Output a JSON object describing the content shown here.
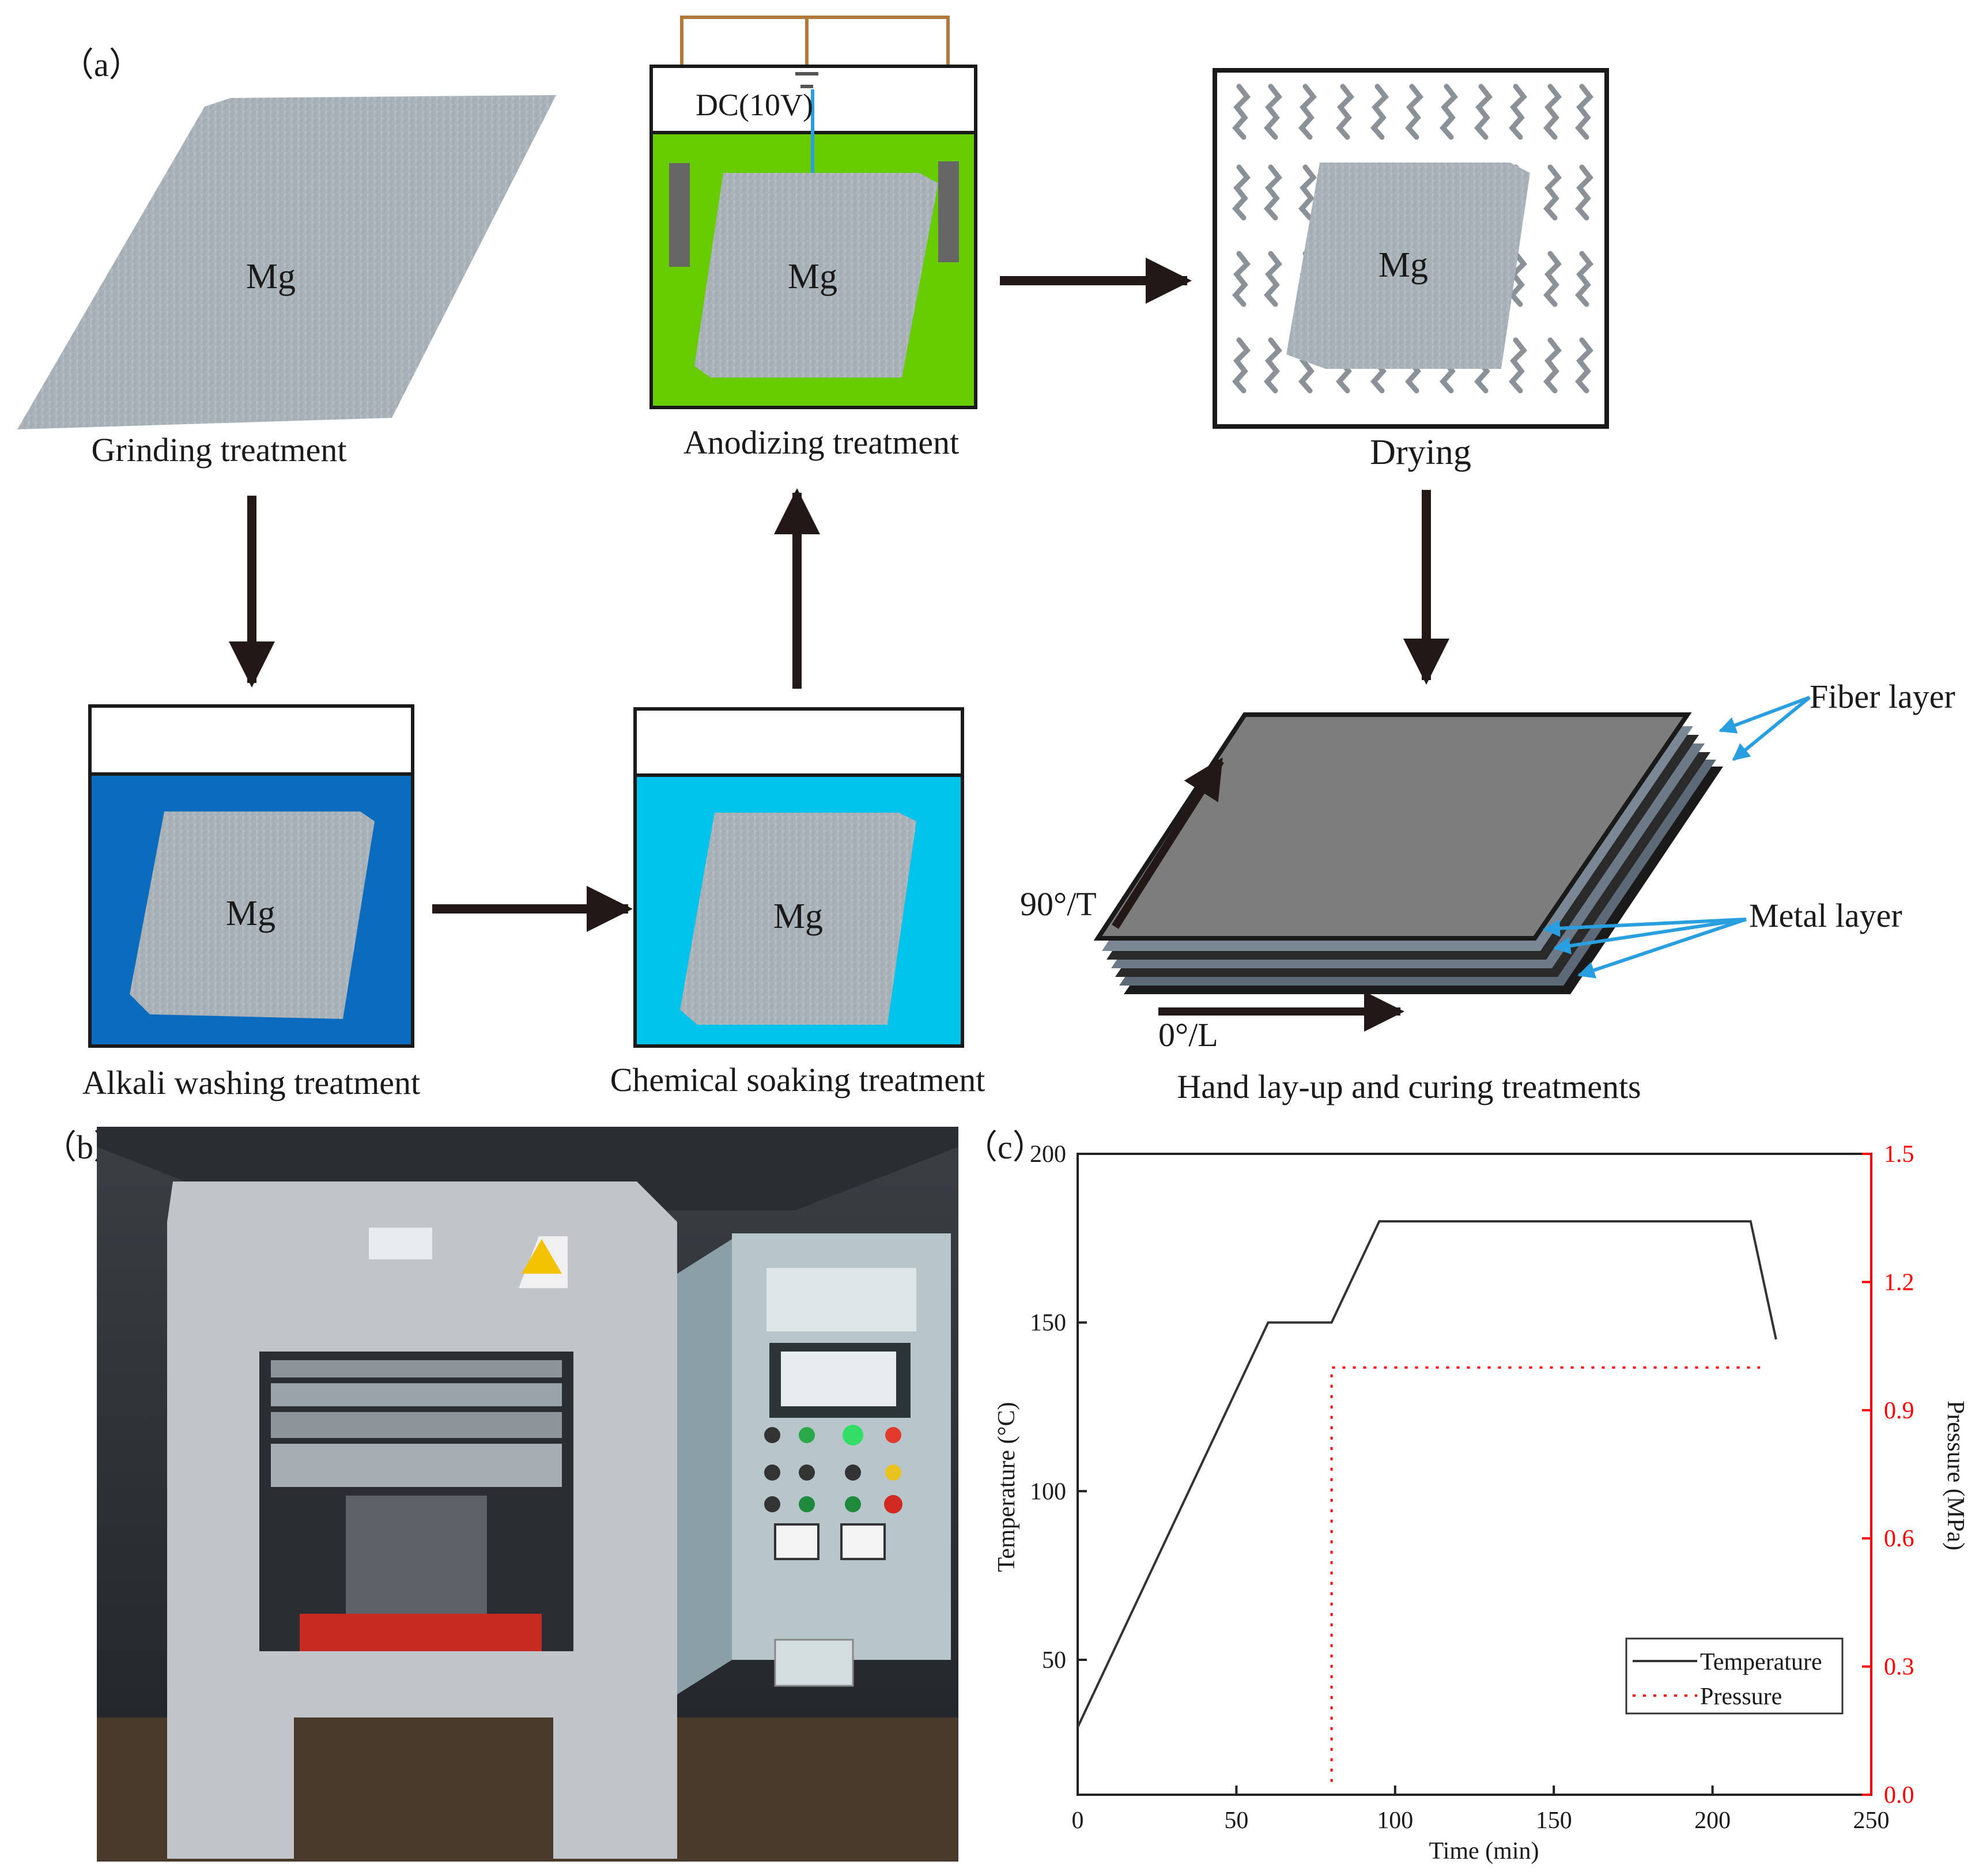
{
  "panels": {
    "a": "（a）",
    "b": "（b）",
    "c": "（c）"
  },
  "steps": {
    "grinding": "Grinding treatment",
    "anodizing": "Anodizing treatment",
    "drying": "Drying",
    "alkali": "Alkali washing treatment",
    "soaking": "Chemical soaking treatment",
    "layup": "Hand lay-up and curing treatments"
  },
  "metal_label": "Mg",
  "power_supply": "DC(10V)",
  "laminate": {
    "fiber_layer": "Fiber layer",
    "metal_layer": "Metal layer",
    "dir_transverse": "90°/T",
    "dir_longitudinal": "0°/L"
  },
  "colors": {
    "alkali_bath": "#0b6bbd",
    "soaking_bath": "#00c3ec",
    "anodizing_bath": "#66cc00",
    "metal_sheet": "#a9b3b9",
    "arrow": "#221815",
    "wire": "#b07a3c",
    "callout": "#2a9fe0",
    "pressure": "#ff0000"
  },
  "chart_data": {
    "type": "line",
    "xlabel": "Time (min)",
    "ylabel": "Temperature (°C)",
    "ylabel_right": "Pressure (MPa)",
    "xlim": [
      0,
      250
    ],
    "ylim": [
      10,
      200
    ],
    "ylim_right": [
      0,
      1.5
    ],
    "xticks": [
      0,
      50,
      100,
      150,
      200,
      250
    ],
    "yticks": [
      50,
      100,
      150,
      200
    ],
    "yticks_right": [
      0.0,
      0.3,
      0.6,
      0.9,
      1.2,
      1.5
    ],
    "yticks_right_labels": [
      "0.0",
      "0.3",
      "0.6",
      "0.9",
      "1.2",
      "1.5"
    ],
    "legend_position": "bottom-right",
    "series": [
      {
        "name": "Temperature",
        "axis": "left",
        "style": "solid",
        "color": "#333333",
        "x": [
          0,
          60,
          80,
          95,
          212,
          220
        ],
        "y": [
          30,
          150,
          150,
          180,
          180,
          145
        ]
      },
      {
        "name": "Pressure",
        "axis": "right",
        "style": "dotted",
        "color": "#ff0000",
        "x": [
          80,
          80,
          215
        ],
        "y": [
          0.03,
          1.0,
          1.0
        ]
      }
    ]
  }
}
